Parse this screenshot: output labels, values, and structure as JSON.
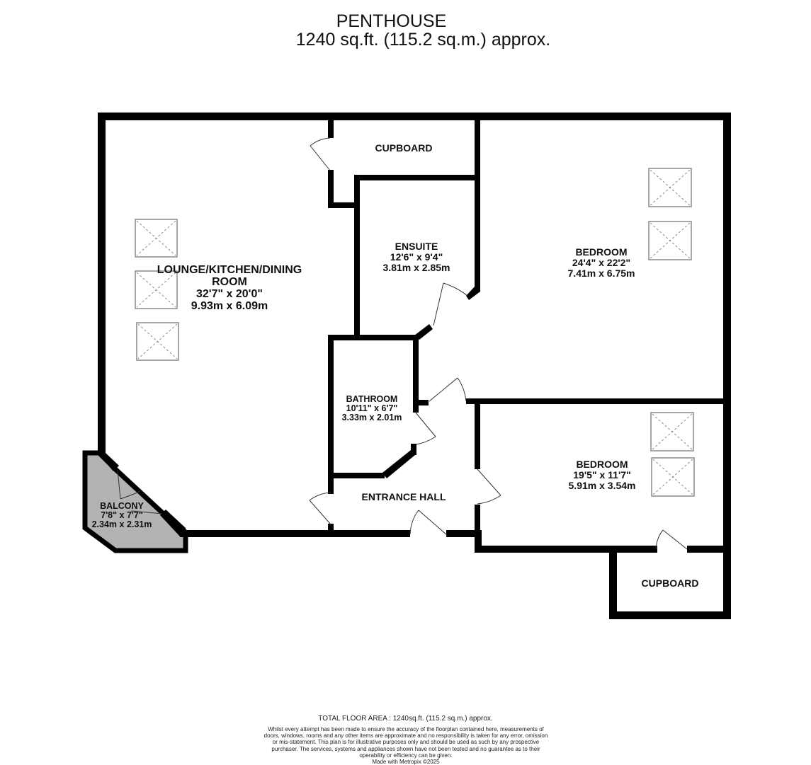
{
  "header": {
    "title": "PENTHOUSE",
    "area": "1240 sq.ft. (115.2 sq.m.) approx."
  },
  "rooms": [
    {
      "id": "lounge",
      "name": "LOUNGE/KITCHEN/DINING ROOM",
      "name_line1": "LOUNGE/KITCHEN/DINING",
      "name_line2": "ROOM",
      "imperial": "32'7\"  x 20'0\"",
      "metric": "9.93m  x 6.09m"
    },
    {
      "id": "cupboard-top",
      "name": "CUPBOARD"
    },
    {
      "id": "ensuite",
      "name": "ENSUITE",
      "imperial": "12'6\"  x 9'4\"",
      "metric": "3.81m  x 2.85m"
    },
    {
      "id": "bedroom-1",
      "name": "BEDROOM",
      "imperial": "24'4\"  x 22'2\"",
      "metric": "7.41m  x 6.75m"
    },
    {
      "id": "bathroom",
      "name": "BATHROOM",
      "imperial": "10'11\"  x 6'7\"",
      "metric": "3.33m  x 2.01m"
    },
    {
      "id": "entrance-hall",
      "name": "ENTRANCE HALL"
    },
    {
      "id": "bedroom-2",
      "name": "BEDROOM",
      "imperial": "19'5\"  x 11'7\"",
      "metric": "5.91m  x 3.54m"
    },
    {
      "id": "cupboard-bottom",
      "name": "CUPBOARD"
    },
    {
      "id": "balcony",
      "name": "BALCONY",
      "imperial": "7'8\"  x 7'7\"",
      "metric": "2.34m  x 2.31m"
    }
  ],
  "colors": {
    "wall": "#000000",
    "balcony_fill": "#b3b3b3",
    "skylight_stroke": "#8a8a8a",
    "door_stroke": "#333333"
  },
  "footer": {
    "total_floor_area": "TOTAL FLOOR AREA : 1240sq.ft. (115.2 sq.m.) approx.",
    "disclaimer": "Whilst every attempt has been made to ensure the accuracy of the floorplan contained here, measurements of doors, windows, rooms and any other items are approximate and no responsibility is taken for any error, omission or mis-statement. This plan is for illustrative purposes only and should be used as such by any prospective purchaser. The services, systems and appliances shown have not been tested and no guarantee as to their operability or efficiency can be given.",
    "credit": "Made with Metropix ©2025"
  }
}
